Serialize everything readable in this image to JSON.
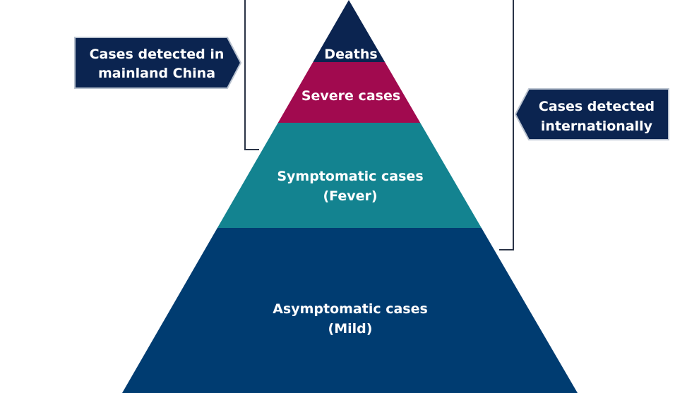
{
  "diagram": {
    "type": "pyramid",
    "title": "",
    "tiers": [
      {
        "id": "deaths",
        "lines": [
          "Deaths"
        ],
        "color": "#0b2450"
      },
      {
        "id": "severe",
        "lines": [
          "Severe cases"
        ],
        "color": "#a10a4f"
      },
      {
        "id": "symptomatic",
        "lines": [
          "Symptomatic cases",
          "(Fever)"
        ],
        "color": "#138390"
      },
      {
        "id": "asymptomatic",
        "lines": [
          "Asymptomatic cases",
          "(Mild)"
        ],
        "color": "#003c71"
      }
    ],
    "callouts": [
      {
        "id": "mainland-china",
        "lines": [
          "Cases detected in",
          "mainland China"
        ],
        "points": "right",
        "brackets_tiers": [
          "deaths",
          "severe"
        ]
      },
      {
        "id": "internationally",
        "lines": [
          "Cases detected",
          "internationally"
        ],
        "points": "left",
        "brackets_tiers": [
          "deaths",
          "severe",
          "symptomatic"
        ]
      }
    ],
    "colors": {
      "callout_fill": "#0b2450",
      "callout_border": "#b9c2cf",
      "bracket_line": "#2a3346",
      "text": "#ffffff"
    }
  }
}
